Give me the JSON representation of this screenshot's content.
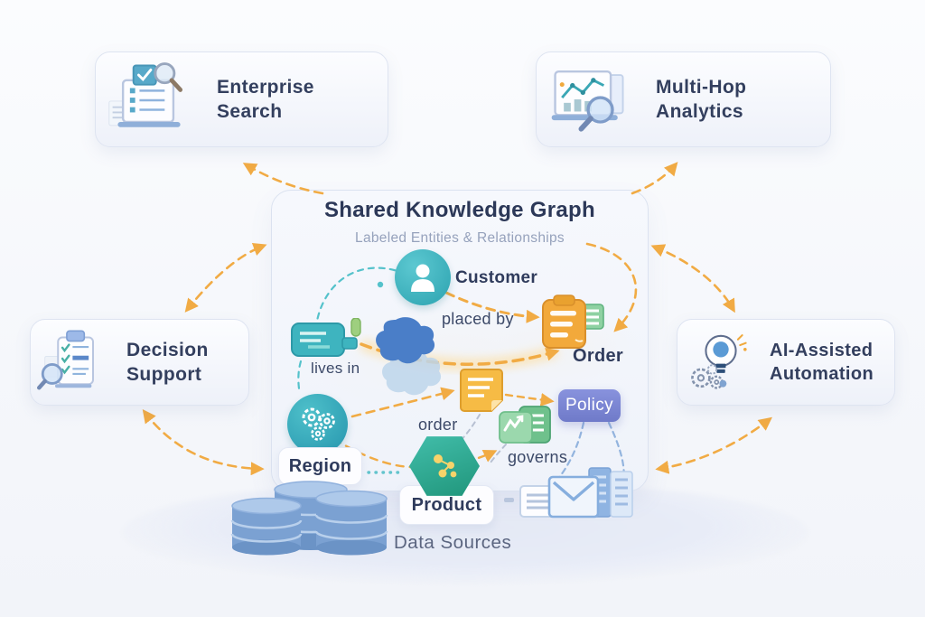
{
  "feature_cards": [
    {
      "id": "enterprise-search",
      "label": "Enterprise Search",
      "icon": "document-search-icon"
    },
    {
      "id": "multi-hop-analytics",
      "label": "Multi-Hop Analytics",
      "icon": "chart-magnifier-icon"
    },
    {
      "id": "decision-support",
      "label": "Decision Support",
      "icon": "clipboard-magnifier-icon"
    },
    {
      "id": "ai-assisted-automation",
      "label": "AI-Assisted Automation",
      "icon": "lightbulb-gears-icon"
    }
  ],
  "panel": {
    "title": "Shared Knowledge Graph",
    "subtitle": "Labeled Entities & Relationships"
  },
  "nodes": {
    "customer": {
      "label": "Customer",
      "icon": "person-icon",
      "shape": "circle",
      "color": "#41B7C4"
    },
    "order": {
      "label": "Order",
      "icon": "clipboard-note-icon",
      "shape": "icon",
      "color": "#F2A93B"
    },
    "region": {
      "label": "Region",
      "icon": "gears-icon",
      "shape": "circle",
      "color": "#3AAFBE"
    },
    "product": {
      "label": "Product",
      "icon": "molecule-icon",
      "shape": "hexagon",
      "color": "#2FAE9E"
    },
    "policy": {
      "label": "Policy",
      "icon": "",
      "shape": "chip",
      "color": "#7D88D8"
    }
  },
  "edge_labels": {
    "placed_by": "placed by",
    "lives_in": "lives in",
    "order": "order",
    "governs": "governs"
  },
  "edges": [
    {
      "label": "placed by",
      "from": "customer",
      "to": "order"
    },
    {
      "label": "lives in",
      "from": "customer",
      "to": "region"
    },
    {
      "label": "order",
      "from": "region",
      "to": "policy"
    },
    {
      "label": "governs",
      "from": "policy",
      "to": "product"
    }
  ],
  "footer": {
    "label": "Data Sources",
    "icons": [
      "database-cylinders-icon",
      "document-icon",
      "envelope-icon",
      "server-icon"
    ]
  },
  "colors": {
    "arrow_orange": "#F1AB44",
    "teal": "#41B7C4",
    "green": "#7BC694",
    "indigo": "#7D88D8",
    "blue": "#7BA1D2",
    "navy_text": "#2F3B5C",
    "panel_border": "#DBE2F0"
  }
}
